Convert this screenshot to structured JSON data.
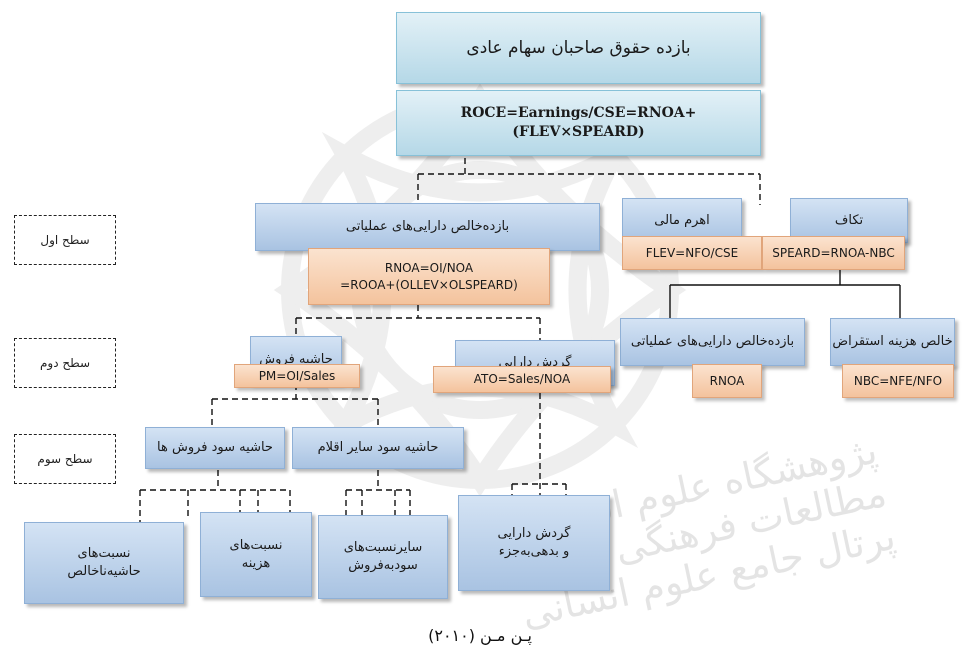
{
  "title": "بازده حقوق صاحبان سهام عادی",
  "main_formula": "ROCE=Earnings/CSE=RNOA+(FLEV×SPEARD)",
  "levels": {
    "level1": "سطح اول",
    "level2": "سطح دوم",
    "level3": "سطح سوم"
  },
  "rnoa": {
    "label": "بازده‌خالص دارایی‌های عملیاتی",
    "formula": "RNOA=OI/NOA\n=ROOA+(OLLEV×OLSPEARD)"
  },
  "flev": {
    "label": "اهرم مالی",
    "formula": "FLEV=NFO/CSE"
  },
  "spread": {
    "label": "تکاف",
    "formula": "SPEARD=RNOA-NBC"
  },
  "rnoa2": {
    "label": "بازده‌خالص دارایی‌های عملیاتی",
    "formula": "RNOA"
  },
  "nbc": {
    "label": "خالص هزینه استقراض",
    "formula": "NBC=NFE/NFO"
  },
  "pm": {
    "label": "حاشیه فروش",
    "formula": "PM=OI/Sales"
  },
  "ato": {
    "label": "گردش دارایی",
    "formula": "ATO=Sales/NOA"
  },
  "sales_margin": {
    "label": "حاشیه سود فروش ها"
  },
  "other_margin": {
    "label": "حاشیه سود سایر اقلام"
  },
  "leaf_gross": {
    "label": "نسبت‌های\nحاشیه‌ناخالص"
  },
  "leaf_cost": {
    "label": "نسبت‌های\nهزینه"
  },
  "leaf_other": {
    "label": "سایرنسبت‌های\nسود‌به‌فروش"
  },
  "leaf_turnover": {
    "label": "گردش دارایی\nو بدهی‌به‌جزء"
  },
  "caption": "پـن مـن (۲۰۱۰)",
  "watermark": "پژوهشگاه علوم انسانی و مطالعات فرهنگی\nپرتال جامع علوم انسانی"
}
